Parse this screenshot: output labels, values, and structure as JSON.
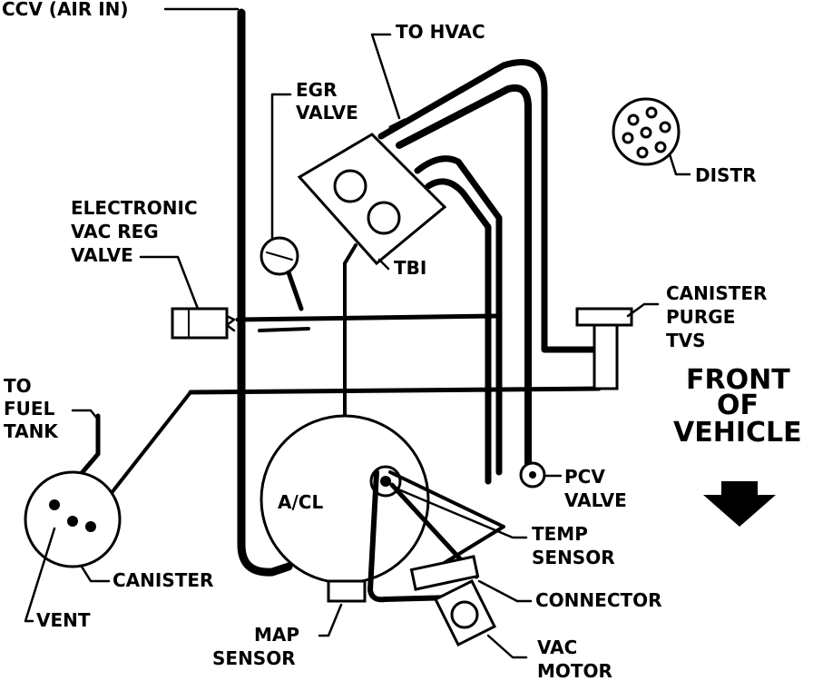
{
  "labels": {
    "ccv": "CCV (AIR IN)",
    "to_hvac": "TO HVAC",
    "egr_line1": "EGR",
    "egr_line2": "VALVE",
    "distr": "DISTR",
    "evrv_line1": "ELECTRONIC",
    "evrv_line2": "VAC REG",
    "evrv_line3": "VALVE",
    "tbi": "TBI",
    "purge_line1": "CANISTER",
    "purge_line2": "PURGE",
    "purge_line3": "TVS",
    "front_line1": "FRONT",
    "front_line2": "OF",
    "front_line3": "VEHICLE",
    "fuel_line1": "TO",
    "fuel_line2": "FUEL",
    "fuel_line3": "TANK",
    "acl": "A/CL",
    "pcv_line1": "PCV",
    "pcv_line2": "VALVE",
    "temp_line1": "TEMP",
    "temp_line2": "SENSOR",
    "canister": "CANISTER",
    "connector": "CONNECTOR",
    "vent": "VENT",
    "map_line1": "MAP",
    "map_line2": "SENSOR",
    "vac_line1": "VAC",
    "vac_line2": "MOTOR"
  },
  "icons": {
    "front_arrow": "arrow-down-icon"
  }
}
